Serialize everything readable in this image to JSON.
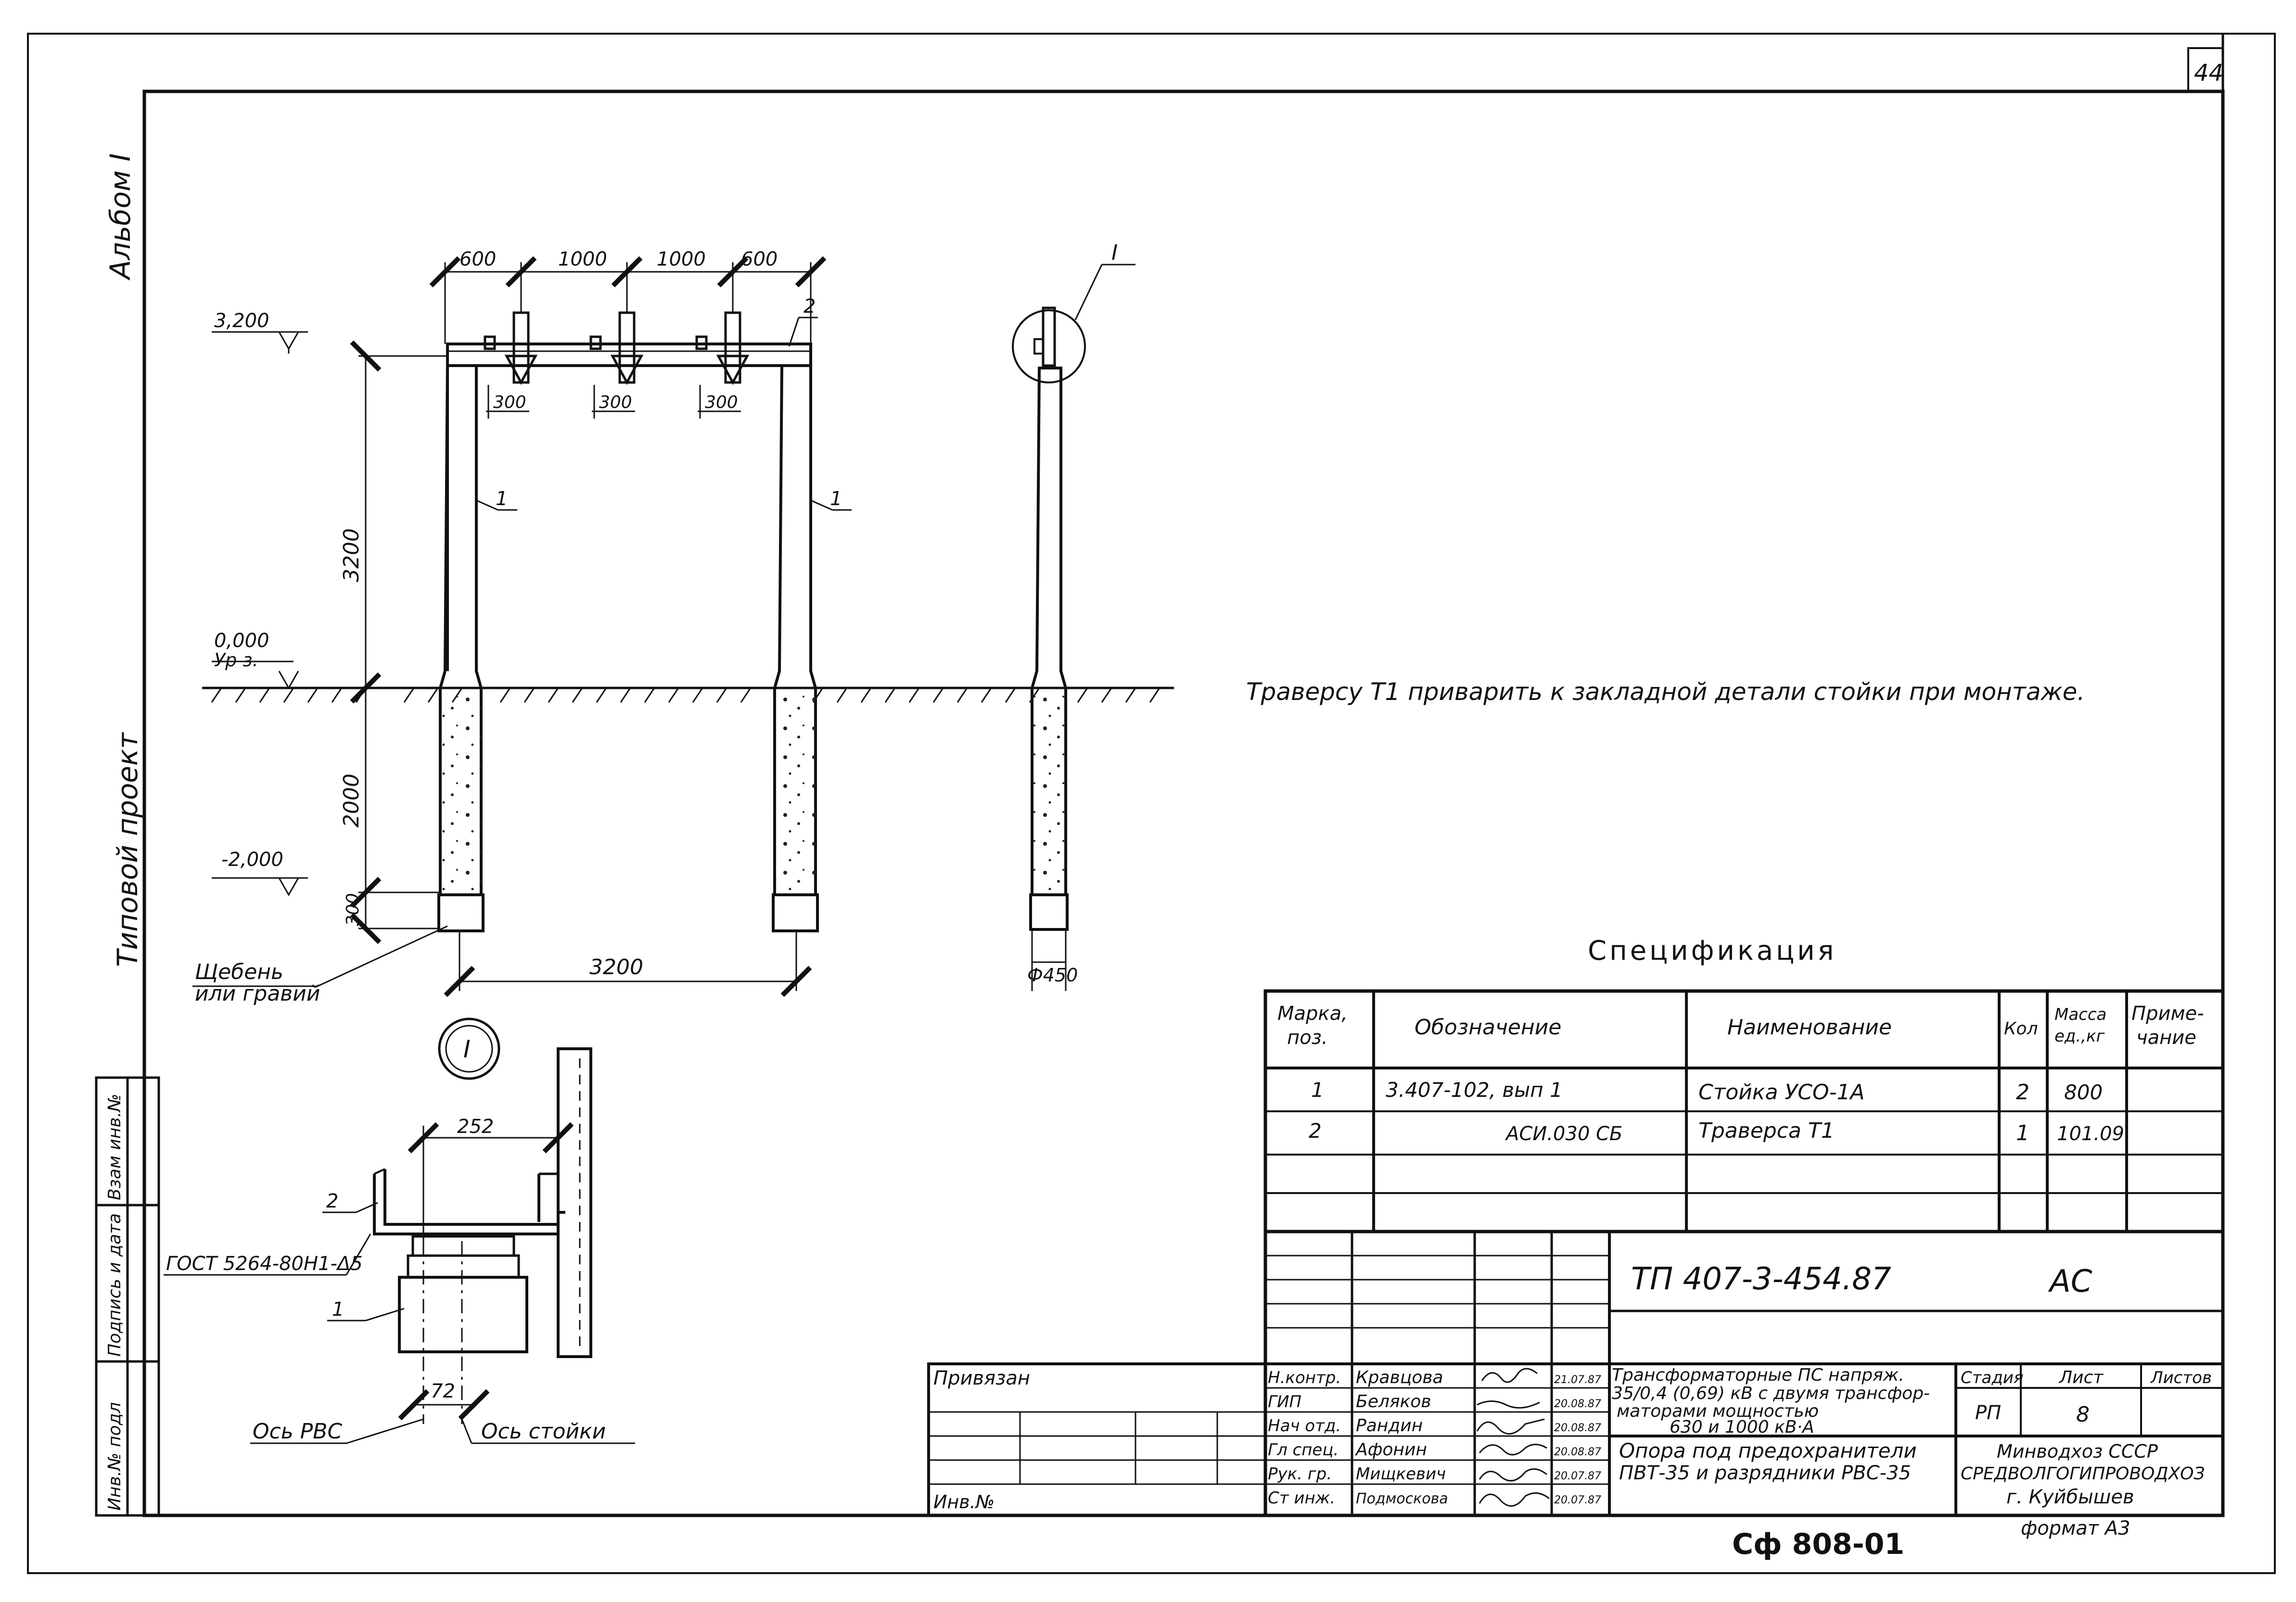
{
  "sheet": {
    "page_number": "44",
    "album": "Альбом I",
    "project_type": "Типовой проект"
  },
  "left_stamp": {
    "cells": [
      "Взам инв.№",
      "Подпись и дата",
      "Инв.№ подл"
    ]
  },
  "elevations": {
    "top": "3,200",
    "ground": "0,000",
    "ground_label": "Ур з.",
    "bottom": "-2,000"
  },
  "front_view": {
    "dims_top": [
      "600",
      "1000",
      "1000",
      "600"
    ],
    "dims_insulator": [
      "300",
      "300",
      "300"
    ],
    "dim_height_above": "3200",
    "dim_depth": "2000",
    "dim_base": "300",
    "dim_span": "3200",
    "pos_labels": [
      "1",
      "1",
      "2"
    ],
    "gravel_label_1": "Щебень",
    "gravel_label_2": "или гравий"
  },
  "side_view": {
    "detail_callout": "I",
    "diameter": "Ф450"
  },
  "note": "Траверсу Т1 приварить к закладной детали стойки при монтаже.",
  "detail": {
    "label": "I",
    "dim_width": "252",
    "dim_offset": "72",
    "pos_2": "2",
    "pos_1": "1",
    "weld": "ГОСТ 5264-80Н1-Δ5",
    "axis_rvs": "Ось РВС",
    "axis_post": "Ось стойки"
  },
  "spec": {
    "title": "Спецификация",
    "headers": {
      "mark_1": "Марка,",
      "mark_2": "поз.",
      "designation": "Обозначение",
      "name": "Наименование",
      "qty": "Кол",
      "mass_1": "Масса",
      "mass_2": "ед.,кг",
      "note_1": "Приме-",
      "note_2": "чание"
    },
    "rows": [
      {
        "pos": "1",
        "designation": "3.407-102, вып 1",
        "name": "Стойка УСО-1А",
        "qty": "2",
        "mass": "800"
      },
      {
        "pos": "2",
        "designation": "АСИ.030 СБ",
        "name": "Траверса Т1",
        "qty": "1",
        "mass": "101.09"
      }
    ]
  },
  "title_block": {
    "code": "ТП  407-3-454.87",
    "mark": "АС",
    "privyazan": "Привязан",
    "inv_no": "Инв.№",
    "roles": [
      {
        "role": "Н.контр.",
        "name": "Кравцова",
        "date": "21.07.87"
      },
      {
        "role": "ГИП",
        "name": "Беляков",
        "date": "20.08.87"
      },
      {
        "role": "Нач отд.",
        "name": "Рандин",
        "date": "20.08.87"
      },
      {
        "role": "Гл спец.",
        "name": "Афонин",
        "date": "20.08.87"
      },
      {
        "role": "Рук. гр.",
        "name": "Мищкевич",
        "date": "20.07.87"
      },
      {
        "role": "Ст инж.",
        "name": "Подмоскова",
        "date": "20.07.87"
      }
    ],
    "project_title_1": "Трансформаторные ПС напряж.",
    "project_title_2": "35/0,4 (0,69) кВ с двумя трансфор-",
    "project_title_3": "маторами мощностью",
    "project_title_4": "630 и 1000 кВ·А",
    "sheet_title_1": "Опора под предохранители",
    "sheet_title_2": "ПВТ-35 и разрядники РВС-35",
    "stage_label": "Стадия",
    "sheet_label": "Лист",
    "sheets_label": "Листов",
    "stage": "РП",
    "sheet_no": "8",
    "org_1": "Минводхоз СССР",
    "org_2": "СРЕДВОЛГОГИПРОВОДХОЗ",
    "org_3": "г. Куйбышев",
    "format": "формат А3"
  },
  "footer_code": "Сф 808-01"
}
